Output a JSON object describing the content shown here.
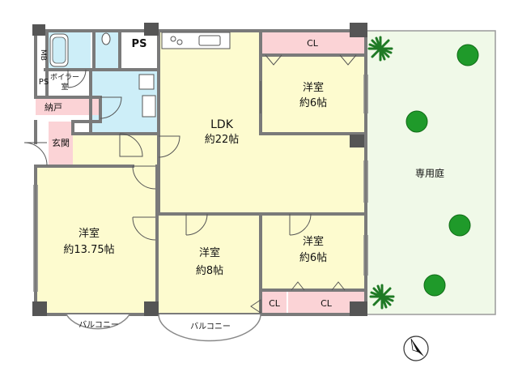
{
  "rooms": {
    "ldk_name": "LDK",
    "ldk_size": "約22帖",
    "western_ne_name": "洋室",
    "western_ne_size": "約6帖",
    "western_sw_name": "洋室",
    "western_sw_size": "約13.75帖",
    "western_s_name": "洋室",
    "western_s_size": "約8帖",
    "western_se_name": "洋室",
    "western_se_size": "約6帖",
    "cl_top": "CL",
    "cl_bottom_small": "CL",
    "cl_bottom_wide": "CL",
    "ps_top": "PS",
    "ps_small": "PS",
    "md": "MB",
    "boiler_1": "ボイラー",
    "boiler_2": "室",
    "storage": "納戸",
    "entrance": "玄関",
    "garden": "専用庭",
    "balcony_left": "バルコニー",
    "balcony_mid": "バルコニー"
  },
  "colors": {
    "ldk": "#fdfbcf",
    "wet": "#cdeef8",
    "closet": "#fbd3d6",
    "garden": "#f0f9e8",
    "wall": "#7a7a7a",
    "column": "#555555",
    "tree": "#1f9a2a"
  },
  "icons": {
    "compass": "north-arrow-icon",
    "tree": "tree-icon",
    "palm": "palm-icon"
  }
}
